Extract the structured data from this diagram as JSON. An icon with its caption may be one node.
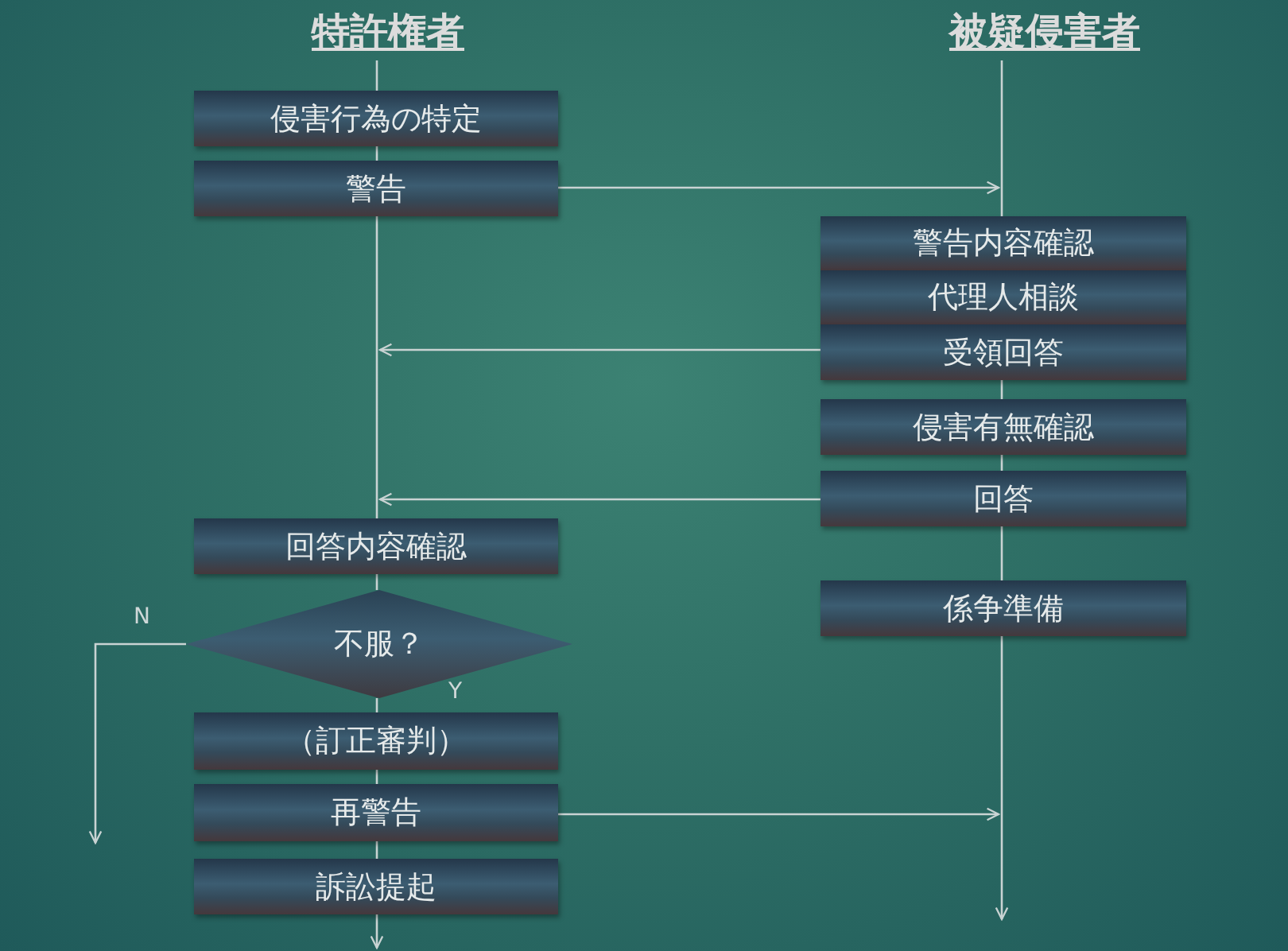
{
  "diagram": {
    "nodes": [
      {
        "text": [
          "特許権者"
        ]
      },
      {
        "text": [
          "被疑侵害者"
        ]
      },
      {
        "text": [
          "侵害行為の特定"
        ]
      },
      {
        "text": [
          "警告"
        ]
      },
      {
        "text": [
          "警告内容確認"
        ]
      },
      {
        "text": [
          "代理人相談"
        ]
      },
      {
        "text": [
          "受領回答"
        ]
      },
      {
        "text": [
          "侵害有無確認"
        ]
      },
      {
        "text": [
          "回答"
        ]
      },
      {
        "text": [
          "回答内容確認"
        ]
      },
      {
        "text": [
          "不服？"
        ]
      },
      {
        "text": [
          "（訂正審判）"
        ]
      },
      {
        "text": [
          "再警告"
        ]
      },
      {
        "text": [
          "訴訟提起"
        ]
      },
      {
        "text": [
          "係争準備"
        ]
      }
    ],
    "edges": [
      {
        "from": 0,
        "to": 2,
        "arrow": "none"
      },
      {
        "from": 2,
        "to": 3,
        "arrow": "none"
      },
      {
        "from": 3,
        "to": 9,
        "arrow": "none"
      },
      {
        "from": 9,
        "to": 10,
        "arrow": "none"
      },
      {
        "from": 10,
        "to": 11,
        "arrow": "none",
        "label": "Y"
      },
      {
        "from": 11,
        "to": 12,
        "arrow": "none"
      },
      {
        "from": 12,
        "to": 13,
        "arrow": "none"
      },
      {
        "from": 13,
        "to": null,
        "arrow": "to"
      },
      {
        "from": 1,
        "to": 4,
        "arrow": "none"
      },
      {
        "from": 6,
        "to": 7,
        "arrow": "none"
      },
      {
        "from": 7,
        "to": 8,
        "arrow": "none"
      },
      {
        "from": 8,
        "to": 14,
        "arrow": "none"
      },
      {
        "from": 14,
        "to": null,
        "arrow": "to"
      },
      {
        "from": 3,
        "to": 4,
        "arrow": "to"
      },
      {
        "from": 6,
        "to": null,
        "arrow": "to"
      },
      {
        "from": 8,
        "to": 9,
        "arrow": "to"
      },
      {
        "from": 10,
        "to": null,
        "arrow": "to",
        "label": "N"
      },
      {
        "from": 12,
        "to": null,
        "arrow": "to"
      }
    ]
  }
}
